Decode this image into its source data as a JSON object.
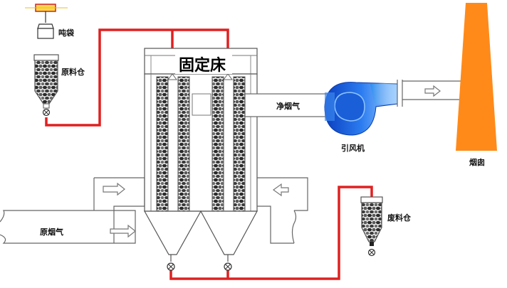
{
  "labels": {
    "bed": "固定床",
    "hoist": "吨袋",
    "raw_silo": "原料仓",
    "clean_gas": "净烟气",
    "fan": "引风机",
    "chimney": "烟囱",
    "raw_gas": "原烟气",
    "waste_silo": "废料仓"
  },
  "colors": {
    "pipe": "#e02020",
    "chimney": "#ff8a1a",
    "fan": "#1e6fe8",
    "outline": "#555555"
  }
}
